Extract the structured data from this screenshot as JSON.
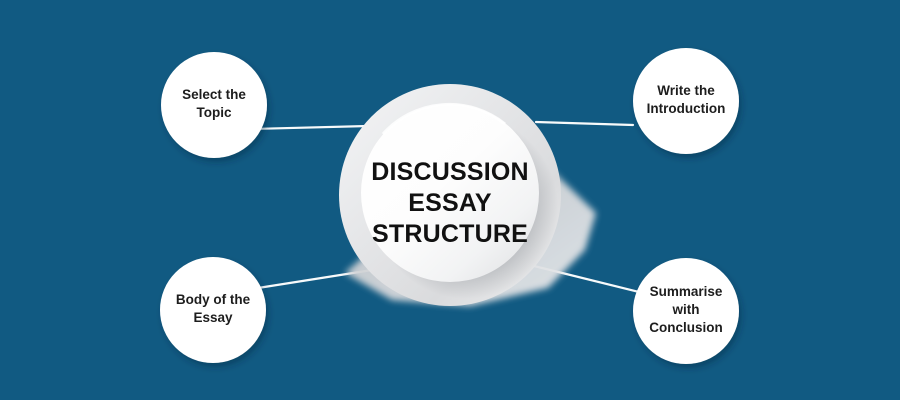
{
  "diagram": {
    "title": "DISCUSSION ESSAY STRUCTURE",
    "type": "hub-and-spoke-mind-map",
    "background_color": "#115A82",
    "node_fill_color": "#FFFFFF",
    "connector_color": "#FFFFFF",
    "center_ring_color": "#E3E4E6",
    "center_inner_color": "#FDFDFD",
    "title_color": "#111111",
    "label_color": "#1D1D1D",
    "center": {
      "name": "center-hub",
      "lines": [
        "DISCUSSION",
        "ESSAY",
        "STRUCTURE"
      ]
    },
    "nodes": [
      {
        "id": "select-the-topic",
        "position": "top-left",
        "lines": [
          "Select the",
          "Topic"
        ]
      },
      {
        "id": "write-the-introduction",
        "position": "top-right",
        "lines": [
          "Write the",
          "Introduction"
        ]
      },
      {
        "id": "body-of-the-essay",
        "position": "bottom-left",
        "lines": [
          "Body of the",
          "Essay"
        ]
      },
      {
        "id": "summarise-with-conclusion",
        "position": "bottom-right",
        "lines": [
          "Summarise",
          "with",
          "Conclusion"
        ]
      }
    ]
  }
}
